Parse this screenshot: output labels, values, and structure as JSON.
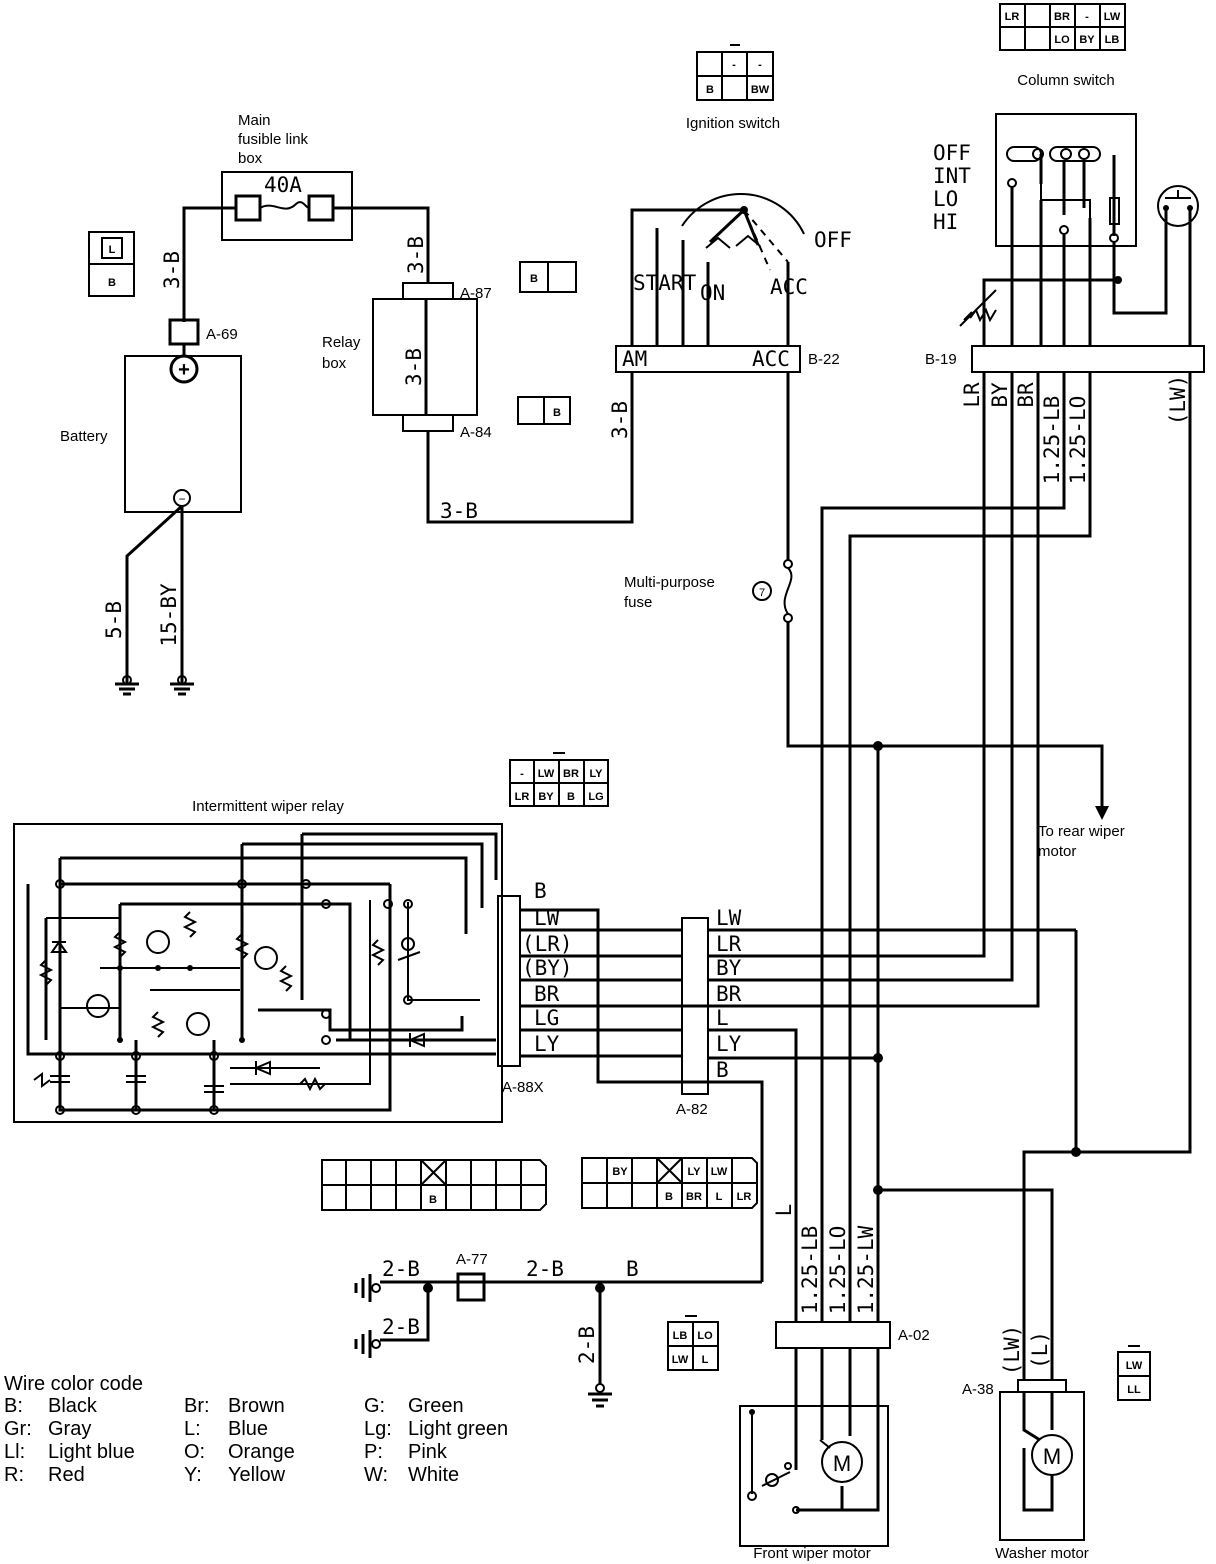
{
  "components": {
    "fusible_link_box": {
      "name_lines": [
        "Main",
        "fusible link",
        "box"
      ],
      "rating": "40A"
    },
    "battery": {
      "name": "Battery",
      "plus": "+",
      "minus": "−",
      "connector": "A-69"
    },
    "relay_box": {
      "name_lines": [
        "Relay",
        "box"
      ],
      "top": "A-87",
      "bottom": "A-84",
      "inner_wire": "3-B"
    },
    "ignition_switch": {
      "name": "Ignition switch",
      "positions": {
        "off": "OFF",
        "start": "START",
        "on": "ON",
        "acc": "ACC"
      },
      "term_am": "AM",
      "term_acc": "ACC",
      "connector": "B-22"
    },
    "column_switch": {
      "name": "Column switch",
      "positions": [
        "OFF",
        "INT",
        "LO",
        "HI"
      ],
      "connector": "B-19"
    },
    "multi_purpose_fuse": {
      "name_lines": [
        "Multi-purpose",
        "fuse"
      ],
      "number": "7"
    },
    "rear_wiper": {
      "name_lines": [
        "To rear wiper",
        "motor"
      ]
    },
    "intermittent_relay": {
      "name": "Intermittent wiper relay",
      "connector": "A-88X"
    },
    "junction": {
      "connector": "A-82"
    },
    "ground": {
      "connector": "A-77"
    },
    "front_wiper_motor": {
      "name": "Front wiper motor",
      "connector": "A-02",
      "motor_symbol": "M"
    },
    "washer_motor": {
      "name": "Washer motor",
      "connector": "A-38",
      "motor_symbol": "M"
    }
  },
  "wires": {
    "b3": "3-B",
    "b5": "5-B",
    "by15": "15-BY",
    "b2": "2-B",
    "b": "B",
    "col_lr": "LR",
    "col_by": "BY",
    "col_br": "BR",
    "col_lb": "1.25-LB",
    "col_lo": "1.25-LO",
    "col_lw": "(LW)",
    "relay_side": [
      "B",
      "LW",
      "(LR)",
      "(BY)",
      "BR",
      "LG",
      "LY"
    ],
    "junction_side": [
      "LW",
      "LR",
      "BY",
      "BR",
      "L",
      "LY",
      "B"
    ],
    "front_l": "L",
    "front_lb": "1.25-LB",
    "front_lo": "1.25-LO",
    "front_lw": "1.25-LW",
    "washer_lw": "(LW)",
    "washer_l": "(L)"
  },
  "pinouts": {
    "column_switch": {
      "top": [
        "LR",
        "",
        "BR",
        "-",
        "LW"
      ],
      "bottom": [
        "",
        "",
        "LO",
        "BY",
        "LB"
      ]
    },
    "ignition_switch": {
      "top": [
        "",
        "-",
        "-"
      ],
      "bottom": [
        "B",
        "",
        "BW"
      ]
    },
    "battery_conn": {
      "top": [
        "L"
      ],
      "bottom": [
        "B"
      ]
    },
    "relay_a87": [
      "B",
      ""
    ],
    "relay_a84": [
      "",
      "B"
    ],
    "relay_connector": {
      "top": [
        "-",
        "LW",
        "BR",
        "LY"
      ],
      "bottom": [
        "LR",
        "BY",
        "B",
        "LG"
      ]
    },
    "a88x": {
      "bottom_b": "B"
    },
    "a82": {
      "top": [
        "BY",
        "",
        "",
        "",
        "LY",
        "LW"
      ],
      "bottom": [
        "",
        "",
        "",
        "B",
        "BR",
        "L",
        "LR"
      ]
    },
    "front_motor_conn": {
      "top": [
        "LB",
        "LO"
      ],
      "bottom": [
        "LW",
        "L"
      ]
    },
    "washer_conn": {
      "top": [
        "LW"
      ],
      "bottom": [
        "LL"
      ]
    }
  },
  "legend": {
    "title": "Wire color code",
    "columns": [
      [
        {
          "code": "B:",
          "name": "Black"
        },
        {
          "code": "Gr:",
          "name": "Gray"
        },
        {
          "code": "Ll:",
          "name": "Light blue"
        },
        {
          "code": "R:",
          "name": "Red"
        }
      ],
      [
        {
          "code": "Br:",
          "name": "Brown"
        },
        {
          "code": "L:",
          "name": "Blue"
        },
        {
          "code": "O:",
          "name": "Orange"
        },
        {
          "code": "Y:",
          "name": "Yellow"
        }
      ],
      [
        {
          "code": "G:",
          "name": "Green"
        },
        {
          "code": "Lg:",
          "name": "Light green"
        },
        {
          "code": "P:",
          "name": "Pink"
        },
        {
          "code": "W:",
          "name": "White"
        }
      ]
    ]
  }
}
